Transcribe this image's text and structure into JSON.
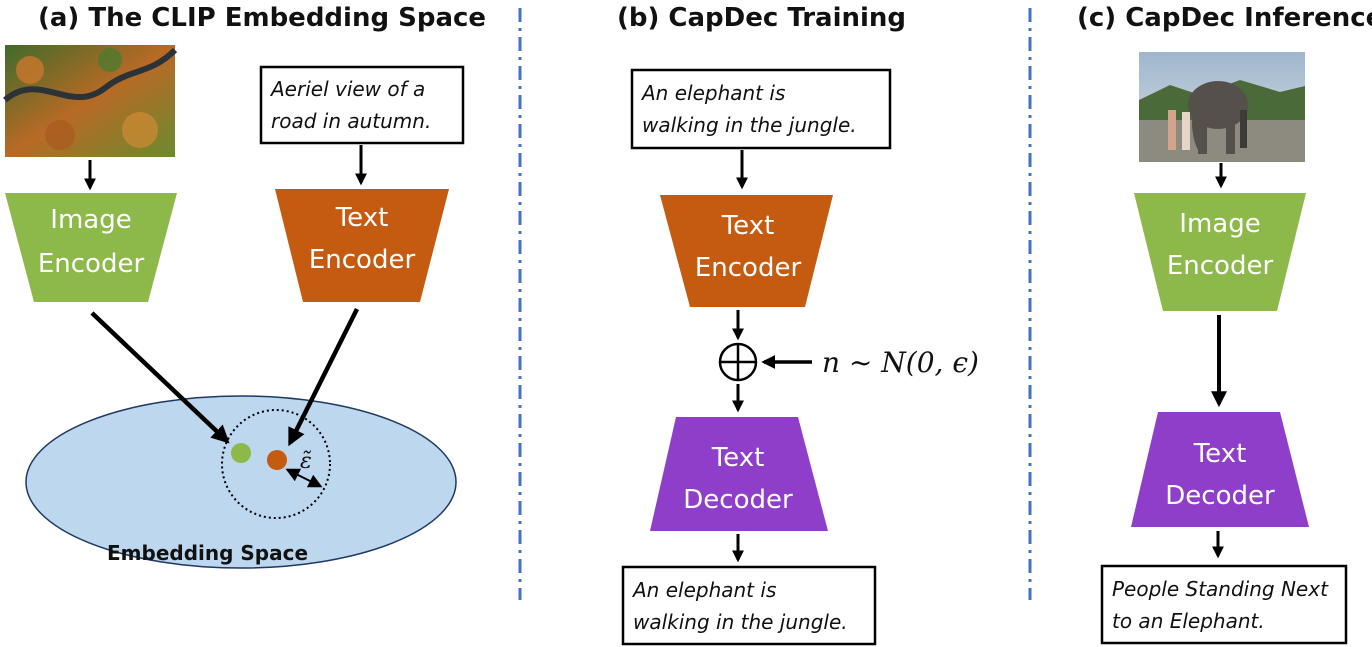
{
  "panels": {
    "a": {
      "title": "(a) The CLIP Embedding Space",
      "image_encoder": [
        "Image",
        "Encoder"
      ],
      "text_encoder": [
        "Text",
        "Encoder"
      ],
      "input_text": [
        "Aeriel view of a",
        "road in autumn."
      ],
      "embedding_label": "Embedding Space",
      "epsilon_label": "ε̃"
    },
    "b": {
      "title": "(b) CapDec Training",
      "input_text": [
        "An elephant is",
        "walking in the jungle."
      ],
      "text_encoder": [
        "Text",
        "Encoder"
      ],
      "noise_label": "n ~ N(0, ϵ)",
      "text_decoder": [
        "Text",
        "Decoder"
      ],
      "output_text": [
        "An elephant is",
        "walking in the jungle."
      ]
    },
    "c": {
      "title": "(c) CapDec Inference",
      "image_encoder": [
        "Image",
        "Encoder"
      ],
      "text_decoder": [
        "Text",
        "Decoder"
      ],
      "output_text": [
        "People Standing Next",
        "to an Elephant."
      ]
    }
  },
  "colors": {
    "image_encoder": "#8db84a",
    "text_encoder": "#c55a11",
    "text_decoder": "#8e3ec9",
    "embedding_space": "#bdd7ee",
    "divider": "#4472c4"
  }
}
